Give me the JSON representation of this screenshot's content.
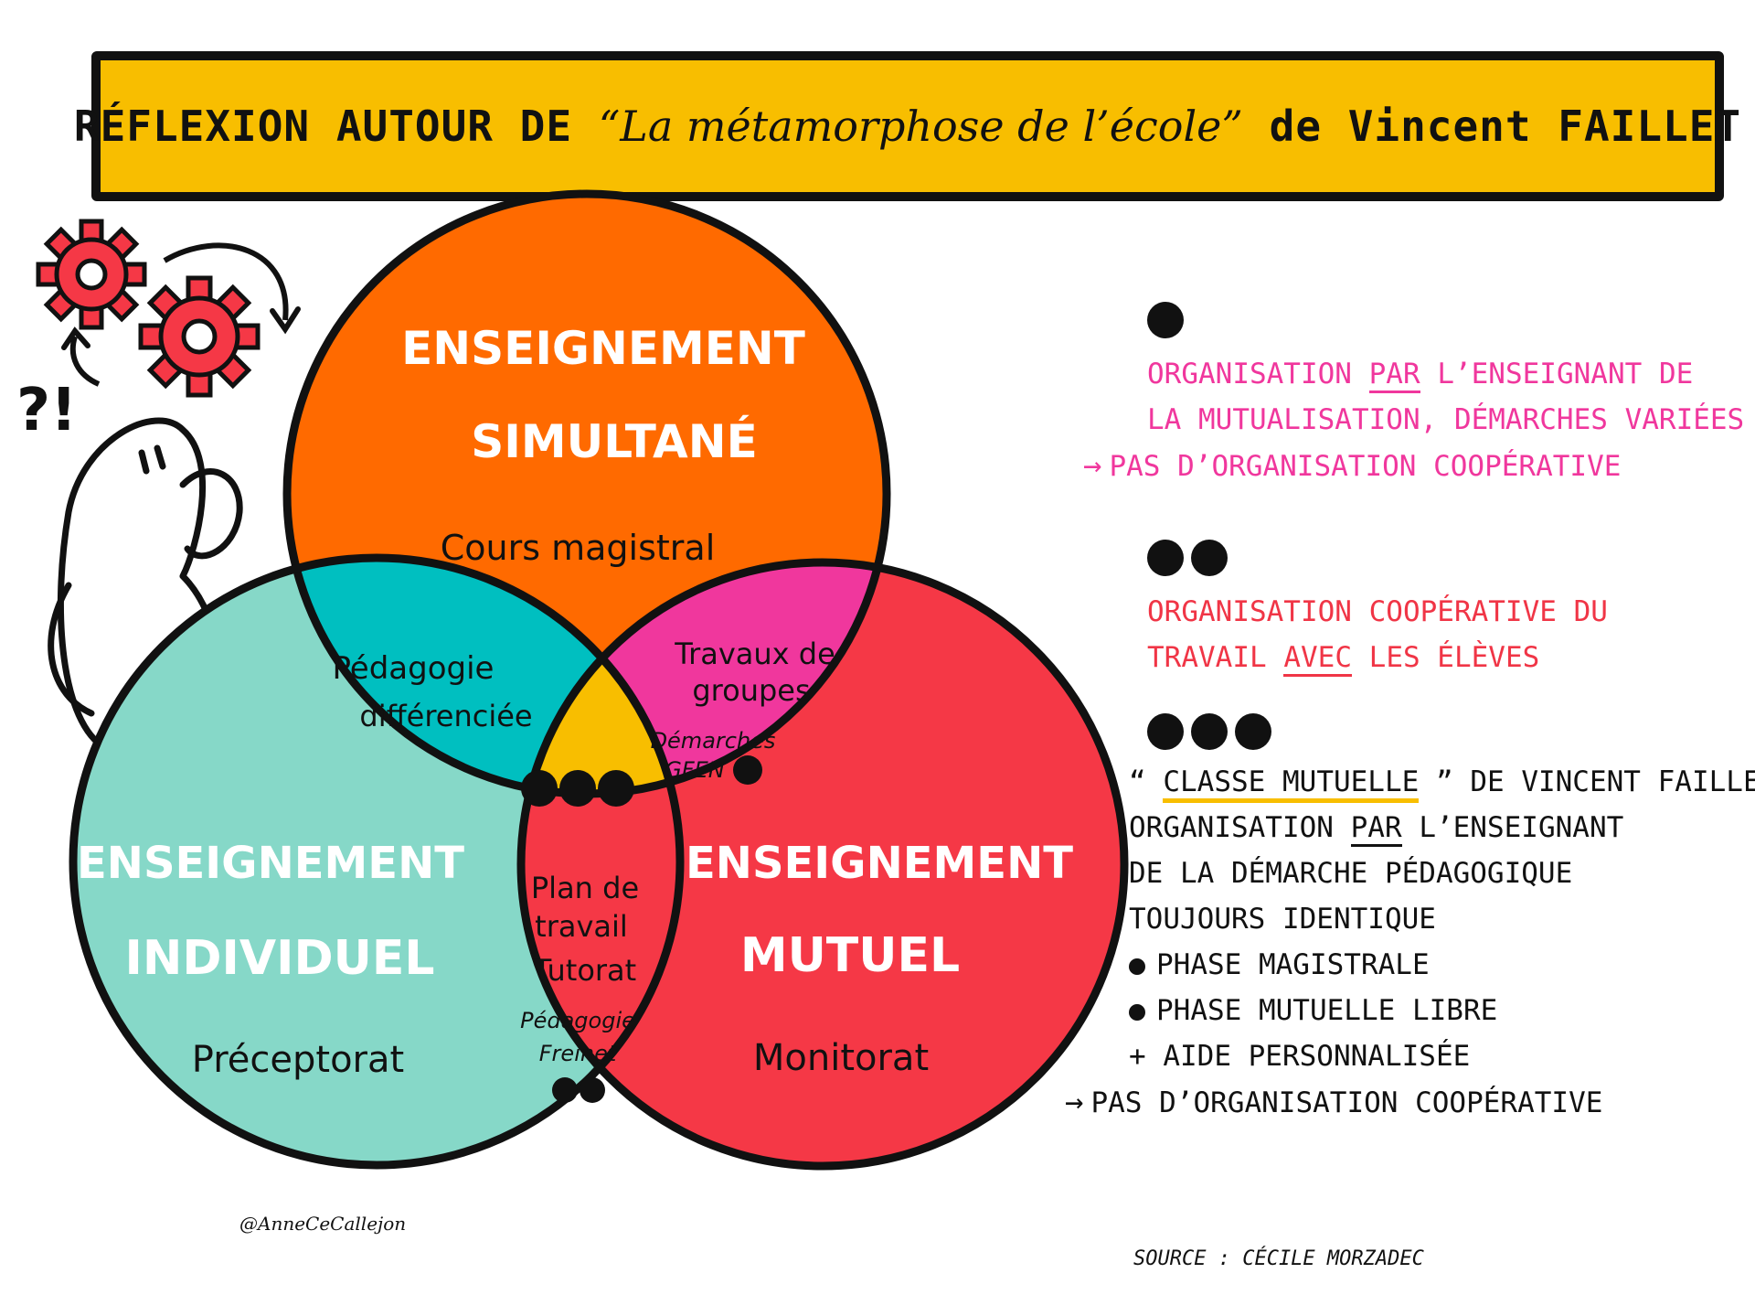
{
  "title": {
    "part1": "RÉFLEXION AUTOUR DE",
    "book": "“La métamorphose de l’école”",
    "part2": "de Vincent FAILLET"
  },
  "thinker": {
    "marks": "?!"
  },
  "circles": {
    "simultane": {
      "title_line1": "ENSEIGNEMENT",
      "title_line2": "SIMULTANÉ",
      "subtitle": "Cours magistral",
      "color": "#FF6A00"
    },
    "individuel": {
      "title_line1": "ENSEIGNEMENT",
      "title_line2": "INDIVIDUEL",
      "subtitle": "Préceptorat",
      "color": "#86D8C8"
    },
    "mutuel": {
      "title_line1": "ENSEIGNEMENT",
      "title_line2": "MUTUEL",
      "subtitle": "Monitorat",
      "color": "#F53846"
    }
  },
  "overlaps": {
    "simultane_individuel": {
      "line1": "Pédagogie",
      "line2": "différenciée",
      "color": "#00BFC0"
    },
    "simultane_mutuel": {
      "line1": "Travaux de",
      "line2": "groupes",
      "sub1": "Démarches",
      "sub2": "GFEN",
      "color": "#F0379D"
    },
    "individuel_mutuel": {
      "line1": "Plan de",
      "line2": "travail",
      "line3": "Tutorat",
      "sub1": "Pédagogie",
      "sub2": "Freinet"
    },
    "center": {
      "color": "#F8BE00"
    }
  },
  "legend": {
    "one": {
      "line1_a": "ORGANISATION",
      "line1_b": "PAR",
      "line1_c": "L’ENSEIGNANT DE",
      "line2": "LA MUTUALISATION, DÉMARCHES VARIÉES",
      "line3": "PAS D’ORGANISATION COOPÉRATIVE"
    },
    "two": {
      "line1": "ORGANISATION COOPÉRATIVE DU",
      "line2_a": "TRAVAIL",
      "line2_b": "AVEC",
      "line2_c": "LES ÉLÈVES"
    },
    "three": {
      "q_open": "“",
      "classe": "CLASSE MUTUELLE",
      "q_close": "”",
      "line1_rest": "DE VINCENT FAILLET.",
      "line2_a": "ORGANISATION",
      "line2_b": "PAR",
      "line2_c": "L’ENSEIGNANT",
      "line3": "DE LA DÉMARCHE PÉDAGOGIQUE",
      "line4": "TOUJOURS IDENTIQUE",
      "line5": "PHASE MAGISTRALE",
      "line6": "PHASE MUTUELLE LIBRE",
      "line7": "+ AIDE PERSONNALISÉE",
      "line8": "PAS D’ORGANISATION COOPÉRATIVE"
    }
  },
  "credit": "@AnneCeCallejon",
  "source": "SOURCE : CÉCILE MORZADEC"
}
